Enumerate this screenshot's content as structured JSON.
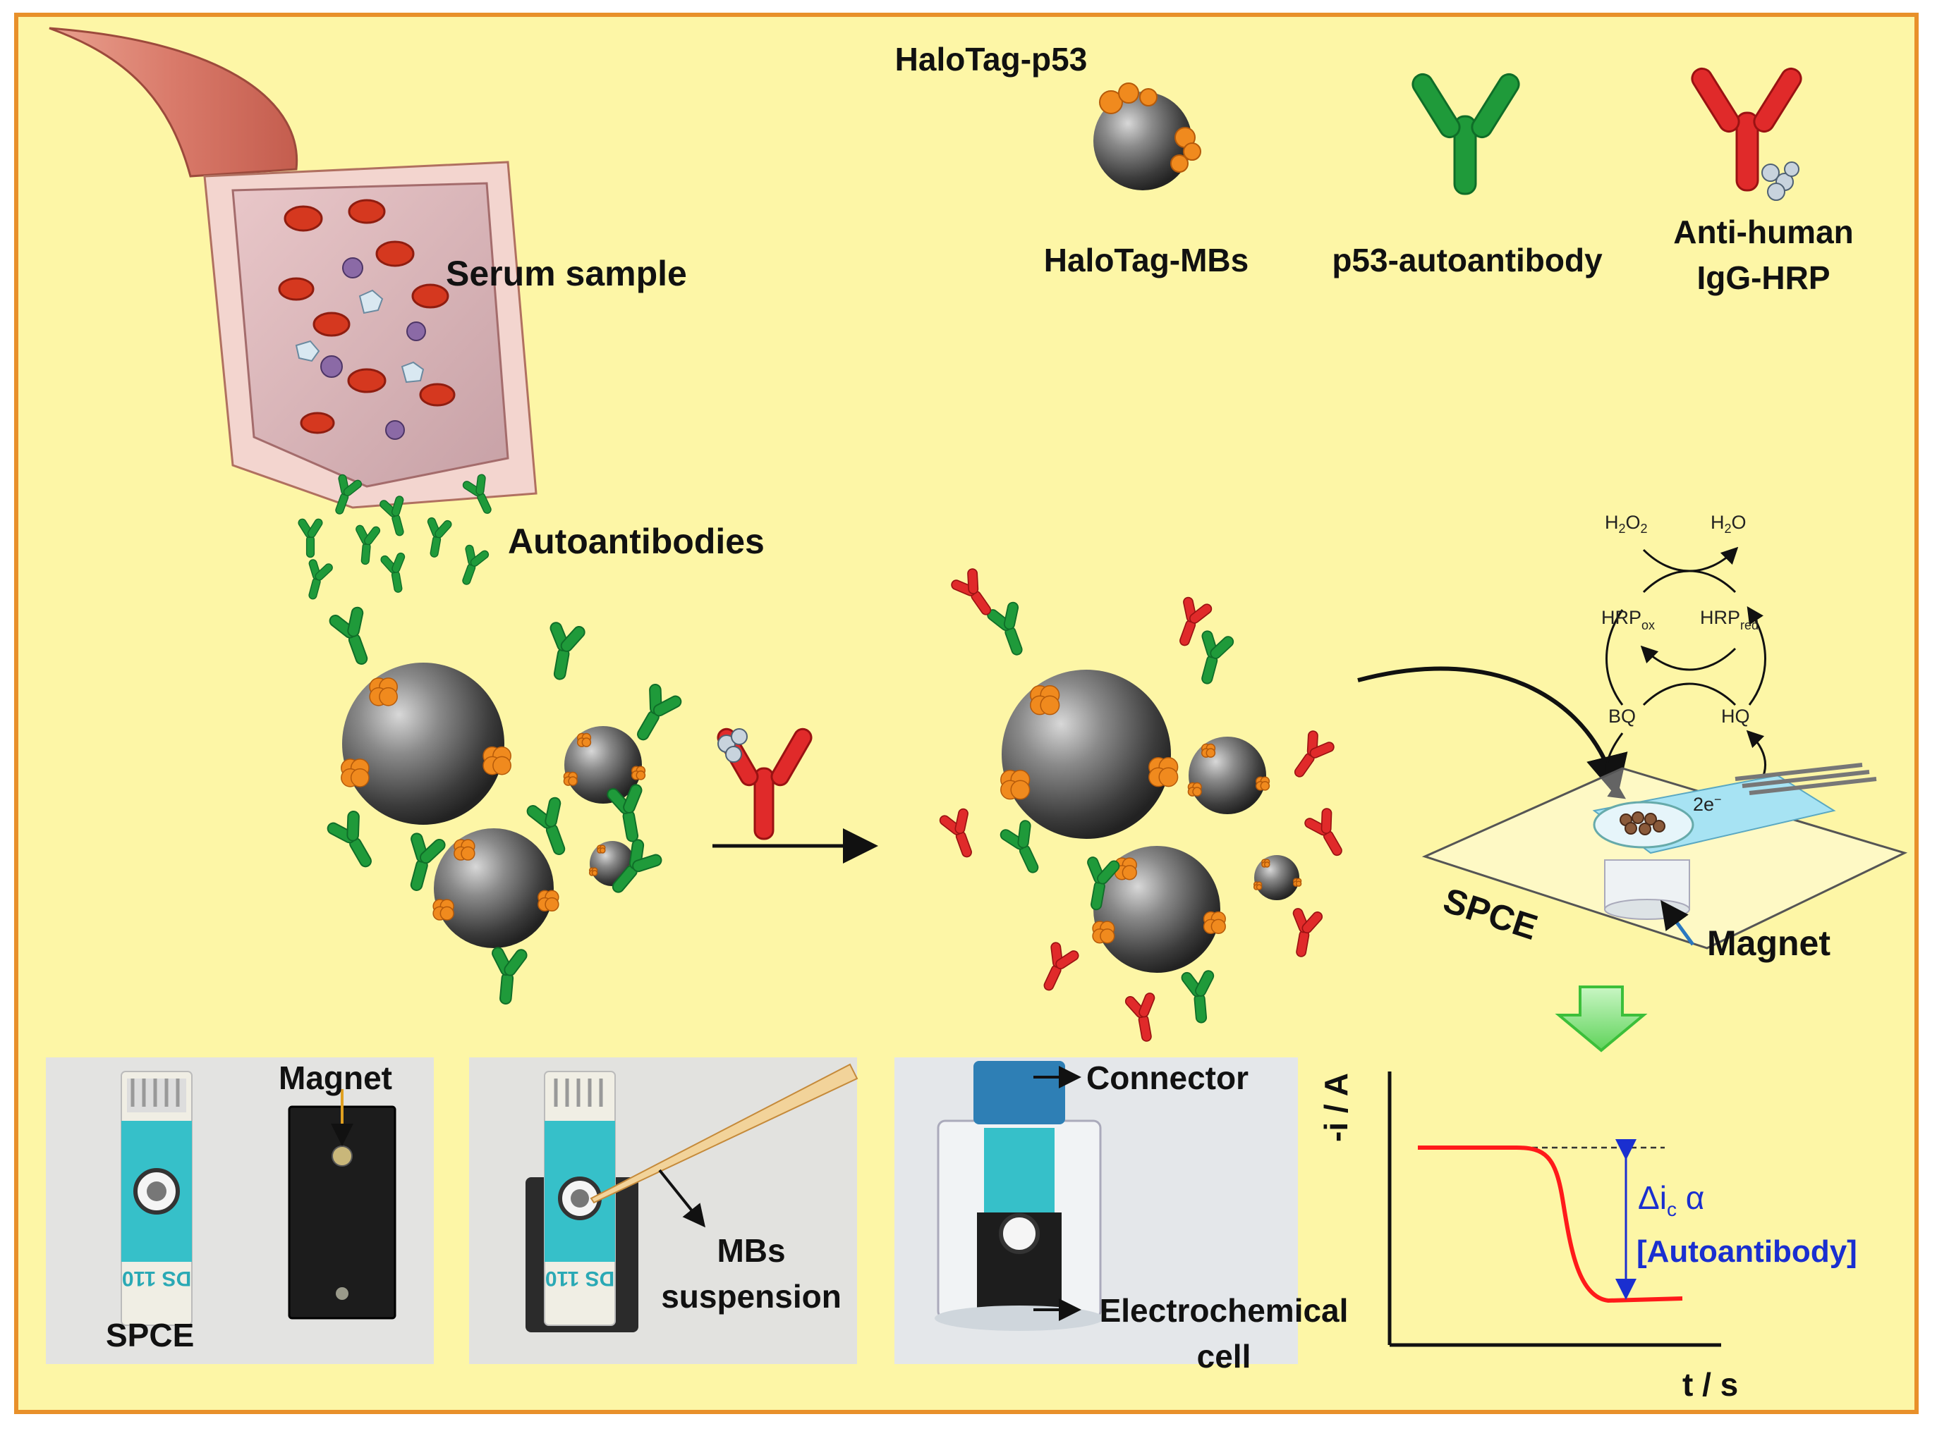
{
  "labels": {
    "halotag_p53": "HaloTag-p53",
    "halotag_mbs": "HaloTag-MBs",
    "p53_autoantibody": "p53-autoantibody",
    "anti_human_line1": "Anti-human",
    "anti_human_line2": "IgG-HRP",
    "serum_sample": "Serum sample",
    "autoantibodies": "Autoantibodies",
    "spce": "SPCE",
    "magnet": "Magnet"
  },
  "reaction": {
    "h2o2": "H",
    "h2o2_sub": "2",
    "h2o2_o": "O",
    "h2o2_sub2": "2",
    "h2o": "H",
    "h2o_sub": "2",
    "h2o_o": "O",
    "hrp_ox": "HRP",
    "hrp_ox_sub": "ox",
    "hrp_red": "HRP",
    "hrp_red_sub": "red",
    "bq": "BQ",
    "hq": "HQ",
    "electrons": "2e",
    "electrons_sup": "−"
  },
  "photos": {
    "p1_spce": "SPCE",
    "p1_magnet": "Magnet",
    "p1_chip_text": "DS 110",
    "p2_line1": "MBs",
    "p2_line2": "suspension",
    "p2_chip_text": "DS 110",
    "p3_connector": "Connector",
    "p3_cell_line1": "Electrochemical",
    "p3_cell_line2": "cell"
  },
  "graph": {
    "ylabel": "-i / A",
    "xlabel": "t / s",
    "delta": "Δi",
    "delta_sub": "c",
    "delta_alpha": " α",
    "bracket": "[Autoantibody]"
  },
  "colors": {
    "background": "#fdf6a6",
    "border": "#e8902a",
    "antibody_green": "#1f9a3a",
    "antibody_red": "#e02a2a",
    "bead_gray": "#555555",
    "halotag_orange": "#f08a1e",
    "curve": "#ff1a1a",
    "annotation_blue": "#1a2fd0"
  }
}
